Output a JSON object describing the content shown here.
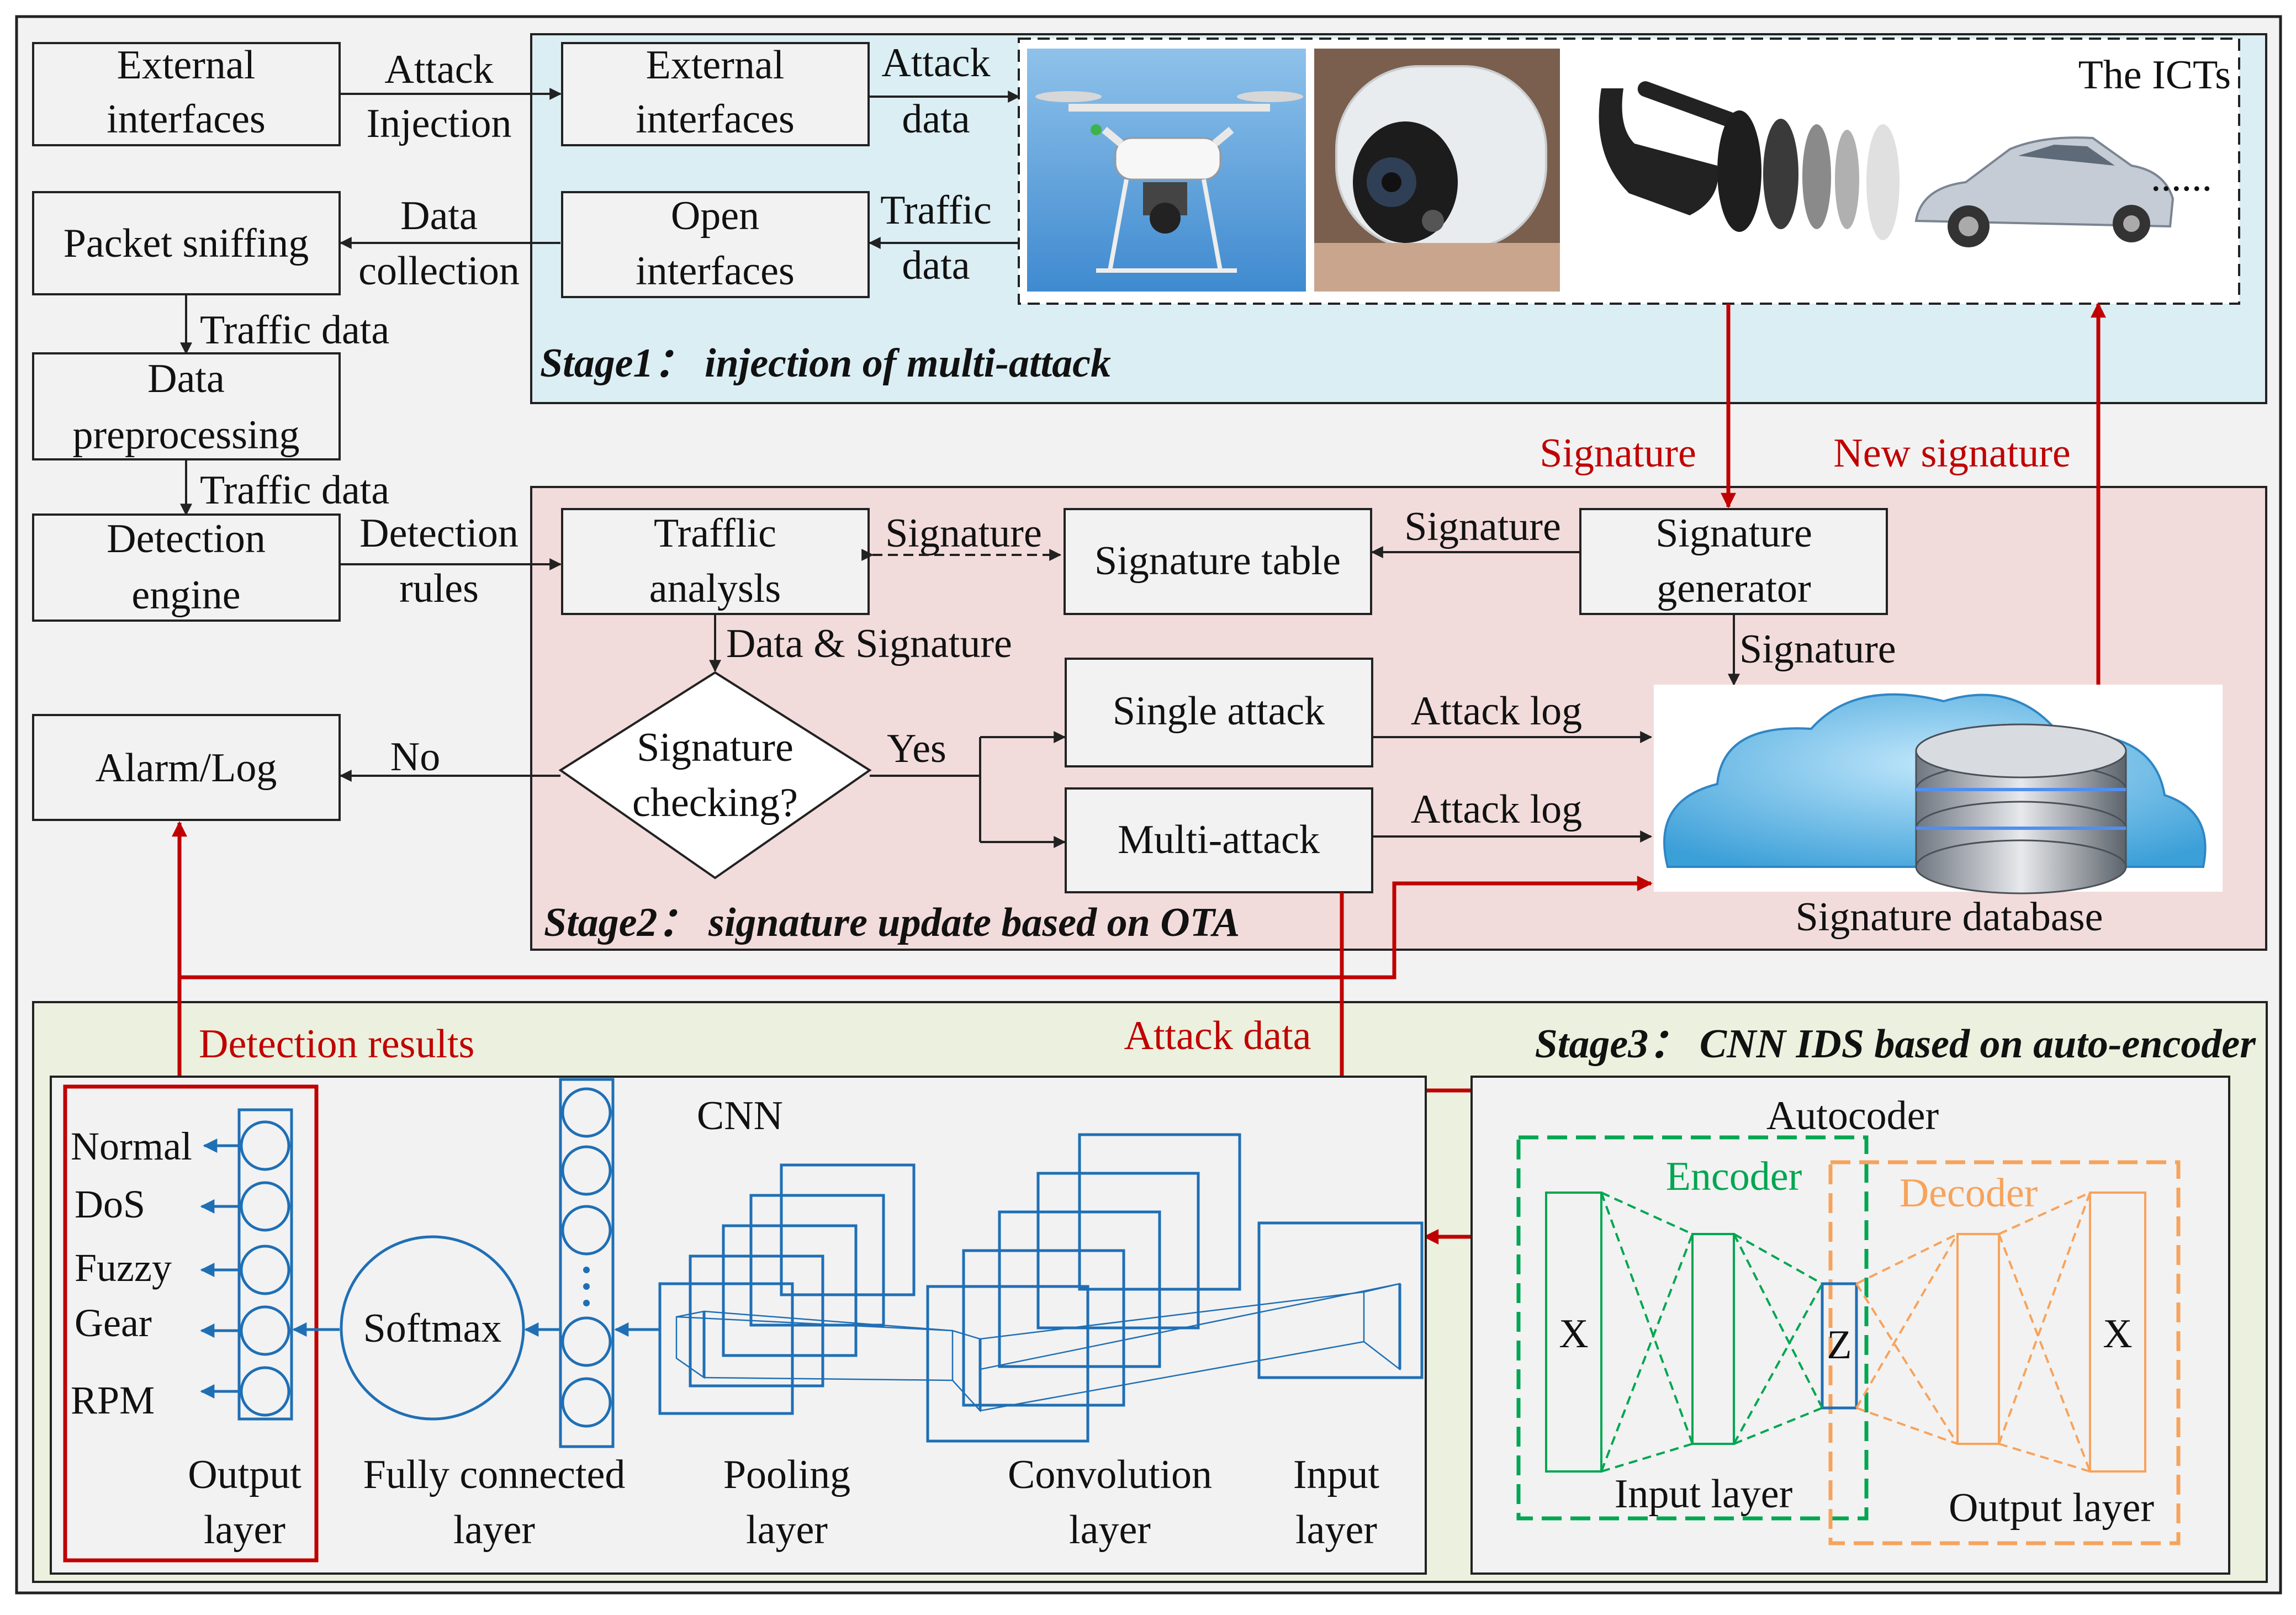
{
  "colors": {
    "stage1_bg": "#dbeef4",
    "stage2_bg": "#f2dcdb",
    "stage3_bg": "#ebf1de",
    "outer_bg": "#f2f2f2",
    "red": "#c00000",
    "blue": "#1f6fb5",
    "green": "#00a651",
    "orange": "#f7a35c"
  },
  "left": {
    "external_interfaces": [
      "External",
      "interfaces"
    ],
    "attack_injection": [
      "Attack",
      "Injection"
    ],
    "packet_sniffing": "Packet sniffing",
    "data_collection": [
      "Data",
      "collection"
    ],
    "traffic_data_1": "Traffic data",
    "data_preprocessing": [
      "Data",
      "preprocessing"
    ],
    "traffic_data_2": "Traffic data",
    "detection_engine": [
      "Detection",
      "engine"
    ],
    "detection_rules": [
      "Detection",
      "rules"
    ],
    "alarm_log": "Alarm/Log",
    "no": "No"
  },
  "stage1": {
    "title": "Stage1： injection of multi-attack",
    "external_interfaces": [
      "External",
      "interfaces"
    ],
    "attack_data": [
      "Attack",
      "data"
    ],
    "open_interfaces": [
      "Open",
      "interfaces"
    ],
    "traffic_data": [
      "Traffic",
      "data"
    ],
    "icts_label": "The ICTs",
    "ellipsis": "......"
  },
  "stage2": {
    "title": "Stage2： signature update based on OTA",
    "signature_red": "Signature",
    "new_signature": "New signature",
    "traffic_analysis": [
      "Trafflic",
      "analysls"
    ],
    "signature_dashed": "Signature",
    "signature_table": "Signature table",
    "signature_to_table": "Signature",
    "signature_generator": [
      "Signature",
      "generator"
    ],
    "signature_down": "Signature",
    "data_signature": "Data & Signature",
    "signature_checking": [
      "Signature",
      "checking?"
    ],
    "yes": "Yes",
    "single_attack": "Single attack",
    "multi_attack": "Multi-attack",
    "attack_log_1": "Attack log",
    "attack_log_2": "Attack log",
    "signature_database": "Signature database"
  },
  "stage3": {
    "title": "Stage3： CNN IDS based on auto-encoder",
    "detection_results": "Detection results",
    "attack_data": "Attack data",
    "cnn": "CNN",
    "outputs": [
      "Normal",
      "DoS",
      "Fuzzy",
      "Gear",
      "RPM"
    ],
    "softmax": "Softmax",
    "output_layer": [
      "Output",
      "layer"
    ],
    "fully_connected": [
      "Fully connected",
      "layer"
    ],
    "pooling": [
      "Pooling",
      "layer"
    ],
    "convolution": [
      "Convolution",
      "layer"
    ],
    "input_layer": [
      "Input",
      "layer"
    ],
    "autocoder": "Autocoder",
    "encoder": "Encoder",
    "decoder": "Decoder",
    "x_left": "X",
    "z": "Z",
    "x_right": "X",
    "ae_input_layer": "Input layer",
    "ae_output_layer": "Output layer"
  }
}
